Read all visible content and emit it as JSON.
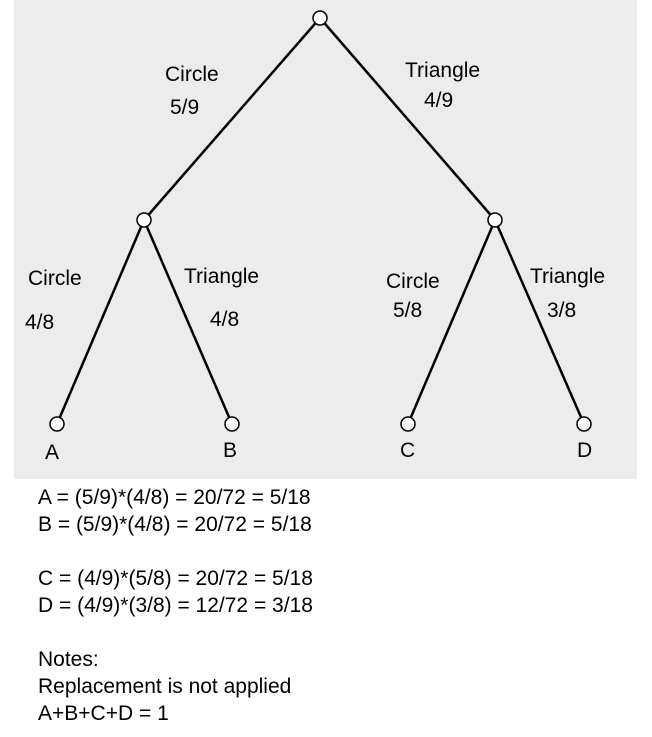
{
  "tree": {
    "level1": {
      "left": {
        "label": "Circle",
        "prob": "5/9"
      },
      "right": {
        "label": "Triangle",
        "prob": "4/9"
      }
    },
    "level2": {
      "left_left": {
        "label": "Circle",
        "prob": "4/8"
      },
      "left_right": {
        "label": "Triangle",
        "prob": "4/8"
      },
      "right_left": {
        "label": "Circle",
        "prob": "5/8"
      },
      "right_right": {
        "label": "Triangle",
        "prob": "3/8"
      }
    },
    "leaves": [
      "A",
      "B",
      "C",
      "D"
    ]
  },
  "calculations": {
    "a": "A = (5/9)*(4/8) = 20/72 = 5/18",
    "b": "B = (5/9)*(4/8) = 20/72 = 5/18",
    "c": "C = (4/9)*(5/8) = 20/72 = 5/18",
    "d": "D = (4/9)*(3/8) = 12/72 = 3/18"
  },
  "notes": {
    "heading": "Notes:",
    "line1": "Replacement is not applied",
    "line2": "A+B+C+D = 1"
  }
}
